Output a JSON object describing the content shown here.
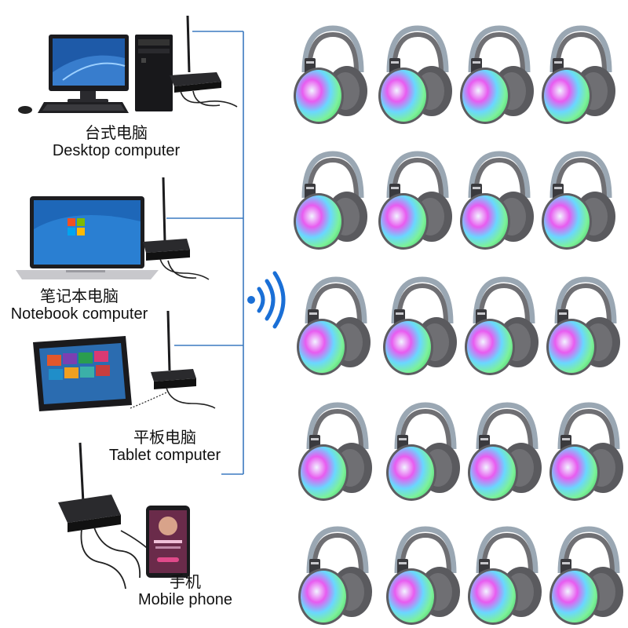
{
  "devices": [
    {
      "id": "desktop",
      "label_zh": "台式电脑",
      "label_en": "Desktop computer"
    },
    {
      "id": "notebook",
      "label_zh": "笔记本电脑",
      "label_en": "Notebook computer"
    },
    {
      "id": "tablet",
      "label_zh": "平板电脑",
      "label_en": "Tablet computer"
    },
    {
      "id": "mobile",
      "label_zh": "手机",
      "label_en": "Mobile phone"
    }
  ],
  "headset_grid": {
    "rows": 5,
    "columns": 4,
    "count": 20
  },
  "colors": {
    "connector_line": "#3b7ac0",
    "wifi_icon": "#1a6fd6",
    "headset_body": "#6f6f73",
    "headset_band": "#9aa7b3",
    "earcup_glow": [
      "#e85cf0",
      "#6ad7ff",
      "#7cf29a"
    ]
  },
  "icons": [
    "desktop-computer-icon",
    "notebook-computer-icon",
    "tablet-computer-icon",
    "mobile-phone-icon",
    "wireless-transmitter-icon",
    "wifi-signal-icon",
    "headset-icon"
  ]
}
